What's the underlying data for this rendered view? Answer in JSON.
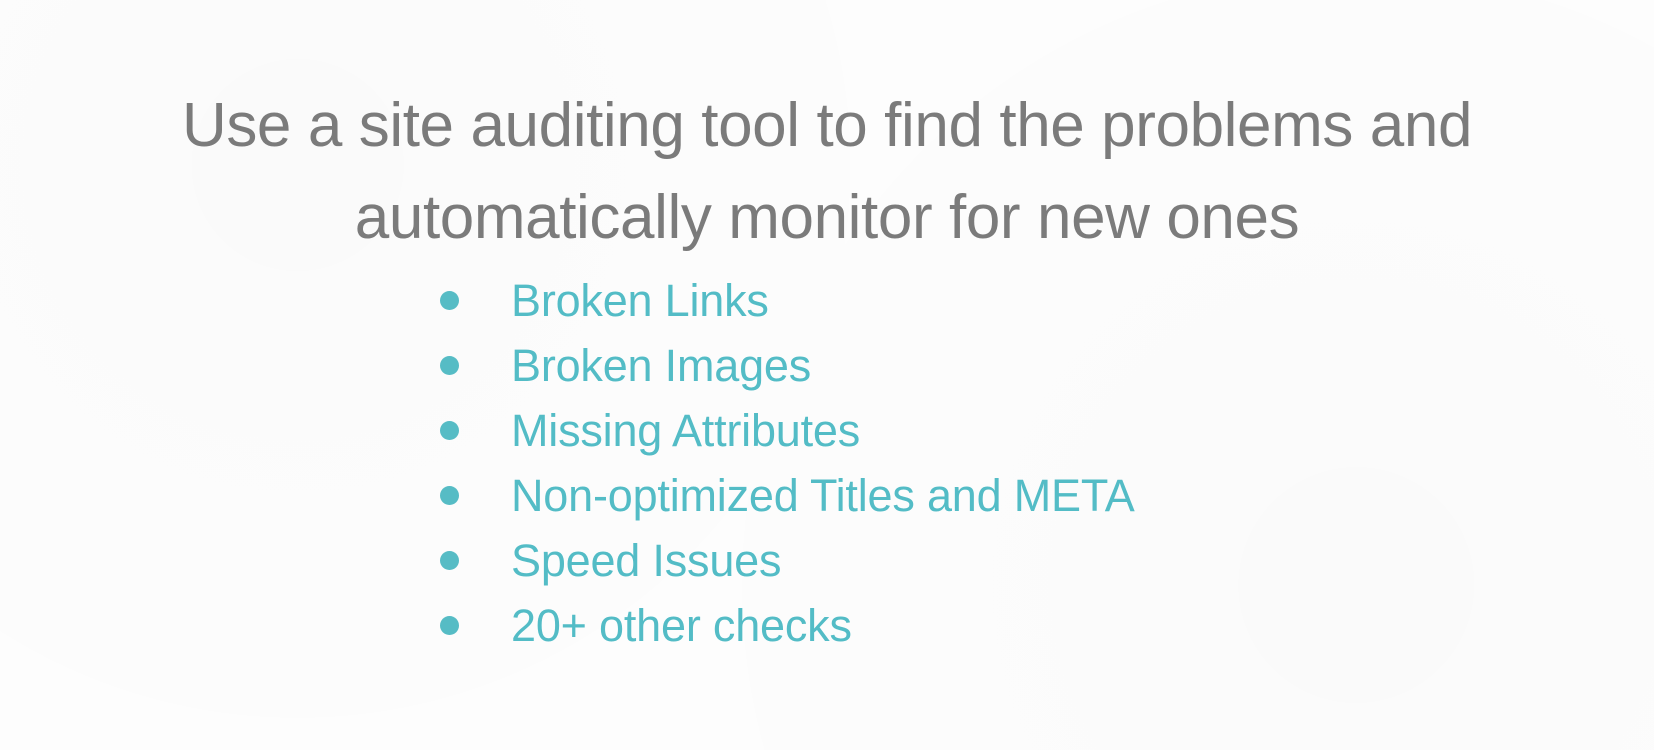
{
  "slide": {
    "background_color": "#fdfdfd",
    "title": {
      "color": "#7b7b7b",
      "line1": "Use a site auditing tool to find the problems and",
      "line2": "automatically monitor for new ones"
    },
    "bullets": {
      "accent_color": "#53bcc6",
      "bullet_glyph": "dot",
      "items": [
        {
          "label": "Broken Links"
        },
        {
          "label": "Broken Images"
        },
        {
          "label": "Missing Attributes"
        },
        {
          "label": "Non-optimized Titles and META"
        },
        {
          "label": "Speed Issues"
        },
        {
          "label": "20+ other checks"
        }
      ]
    }
  }
}
